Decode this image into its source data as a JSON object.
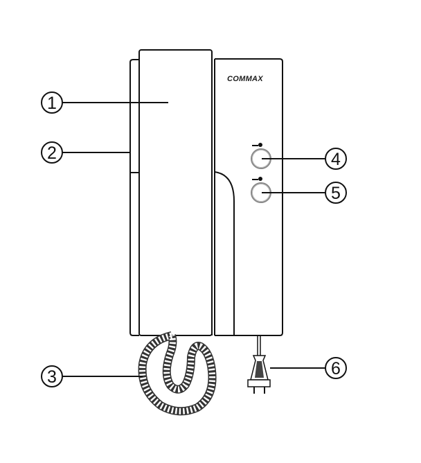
{
  "diagram": {
    "type": "product-parts-callout",
    "brand_logo": "COMMAX",
    "colors": {
      "line": "#111111",
      "background": "#ffffff",
      "button_ring": "#888888"
    },
    "callouts": [
      {
        "number": "1",
        "target": "handset"
      },
      {
        "number": "2",
        "target": "body-side"
      },
      {
        "number": "3",
        "target": "coiled-handset-cord"
      },
      {
        "number": "4",
        "target": "door-release-button-1"
      },
      {
        "number": "5",
        "target": "door-release-button-2"
      },
      {
        "number": "6",
        "target": "power-plug"
      }
    ],
    "button_icons": [
      "key-icon",
      "key-icon"
    ]
  }
}
